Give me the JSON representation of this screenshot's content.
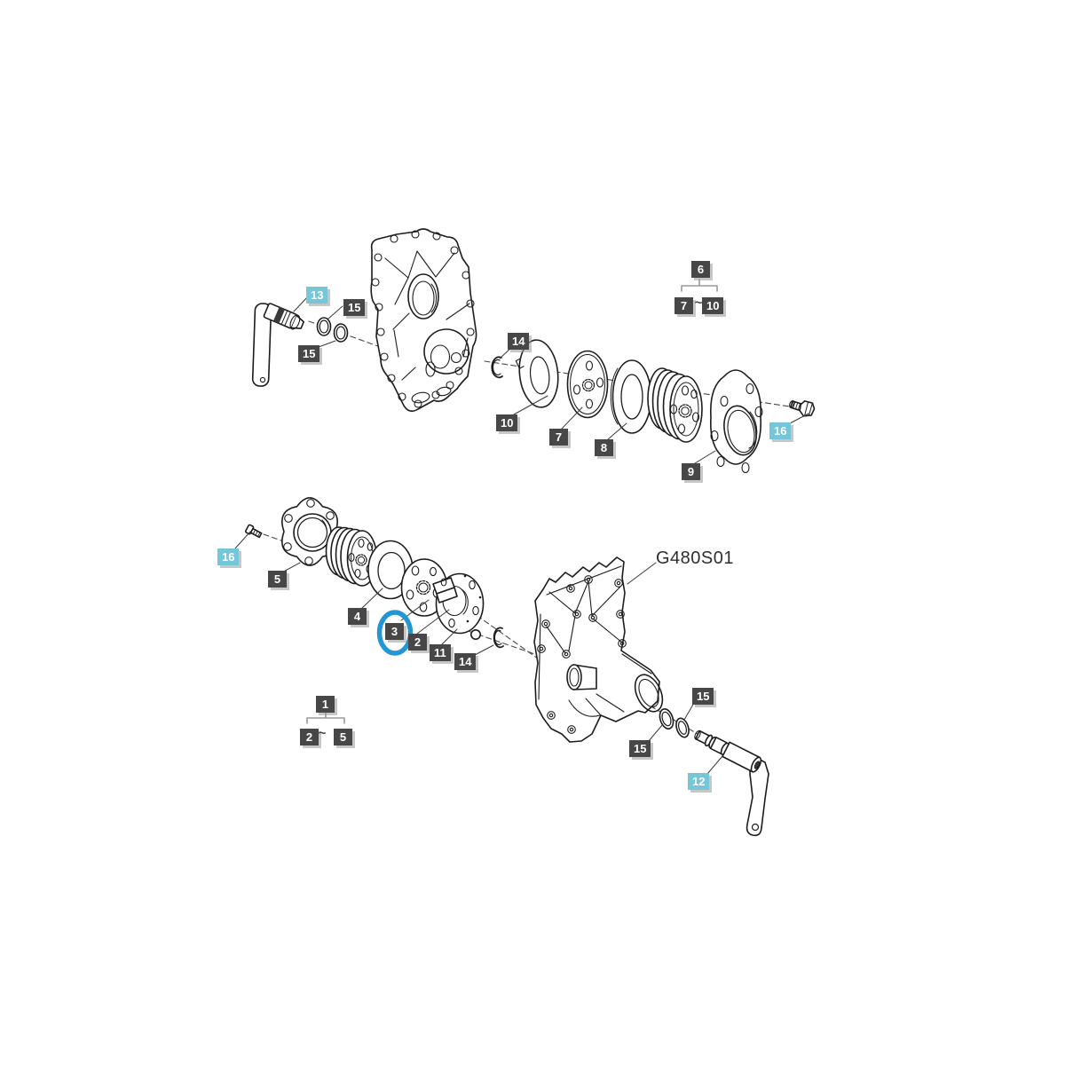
{
  "figure": {
    "model_code": "G480S01",
    "tilde": "~",
    "highlighted_callout": "3",
    "callouts": [
      {
        "text": "13",
        "style": "cyan"
      },
      {
        "text": "15",
        "style": "dark"
      },
      {
        "text": "15",
        "style": "dark"
      },
      {
        "text": "14",
        "style": "dark"
      },
      {
        "text": "10",
        "style": "dark"
      },
      {
        "text": "7",
        "style": "dark"
      },
      {
        "text": "8",
        "style": "dark"
      },
      {
        "text": "9",
        "style": "dark"
      },
      {
        "text": "6",
        "style": "dark"
      },
      {
        "text": "7",
        "style": "dark"
      },
      {
        "text": "10",
        "style": "dark"
      },
      {
        "text": "16",
        "style": "cyan"
      },
      {
        "text": "16",
        "style": "cyan"
      },
      {
        "text": "5",
        "style": "dark"
      },
      {
        "text": "4",
        "style": "dark"
      },
      {
        "text": "3",
        "style": "dark"
      },
      {
        "text": "2",
        "style": "dark"
      },
      {
        "text": "11",
        "style": "dark"
      },
      {
        "text": "14",
        "style": "dark"
      },
      {
        "text": "1",
        "style": "dark"
      },
      {
        "text": "2",
        "style": "dark"
      },
      {
        "text": "5",
        "style": "dark"
      },
      {
        "text": "15",
        "style": "dark"
      },
      {
        "text": "15",
        "style": "dark"
      },
      {
        "text": "12",
        "style": "cyan"
      }
    ],
    "groups": [
      {
        "parent": "6",
        "range_from": "7",
        "range_to": "10"
      },
      {
        "parent": "1",
        "range_from": "2",
        "range_to": "5"
      }
    ],
    "colors": {
      "callout_dark_bg": "#474747",
      "callout_cyan_bg": "#74c6d8",
      "callout_text": "#ffffff",
      "highlight_ring": "#2596d4",
      "line_art": "#1c1c1c"
    }
  }
}
